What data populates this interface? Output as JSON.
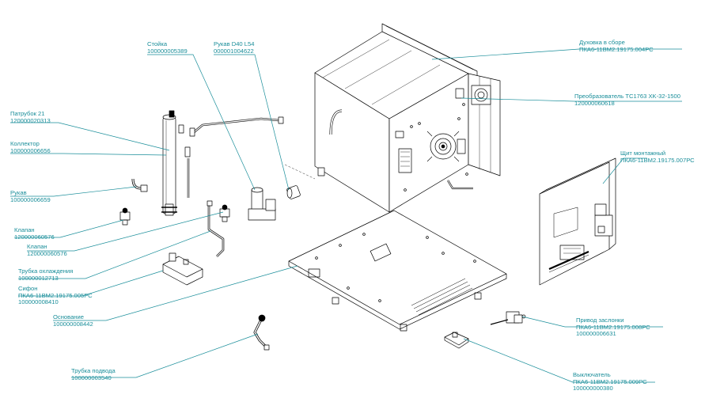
{
  "accent_color": "#1a8e9a",
  "line_color": "#000000",
  "parts": {
    "stoika": {
      "name": "Стойка",
      "code": "100000005389"
    },
    "rukav_d40": {
      "name": "Рукав D40 L54",
      "code": "000001004622"
    },
    "duhovka": {
      "name": "Духовка в сборе",
      "code": "ПКА6-11ВМ2.19175.004РС"
    },
    "preobrazovatel": {
      "name": "Преобразователь TC1763 XK-32-1500",
      "code": "120000060618"
    },
    "patrubok": {
      "name": "Патрубок 21",
      "code": "120000020313"
    },
    "kollektor": {
      "name": "Коллектор",
      "code": "100000006656"
    },
    "shchit": {
      "name": "Щит монтажный",
      "code": "ПКА6-11ВМ2.19175.007РС"
    },
    "rukav": {
      "name": "Рукав",
      "code": "100000006659"
    },
    "klapan1": {
      "name": "Клапан",
      "code": "120000060576"
    },
    "klapan2": {
      "name": "Клапан",
      "code": "120000060576"
    },
    "trubka_ohl": {
      "name": "Трубка охлаждения",
      "code": "100000012713"
    },
    "sifon": {
      "name": "Сифон",
      "code": "ПКА6-11ВМ2.19175.005РС",
      "code2": "100000008410"
    },
    "osnovanie": {
      "name": "Основание",
      "code": "100000008442"
    },
    "privod": {
      "name": "Привод заслонки",
      "code": "ПКА6-11ВМ2.19175.008РС",
      "code2": "100000006631"
    },
    "trubka_podvoda": {
      "name": "Трубка подвода",
      "code": "100000003540"
    },
    "vyklyuchatel": {
      "name": "Выключатель",
      "code": "ПКА6-11ВМ2.19175.009РС",
      "code2": "100000000380"
    }
  }
}
